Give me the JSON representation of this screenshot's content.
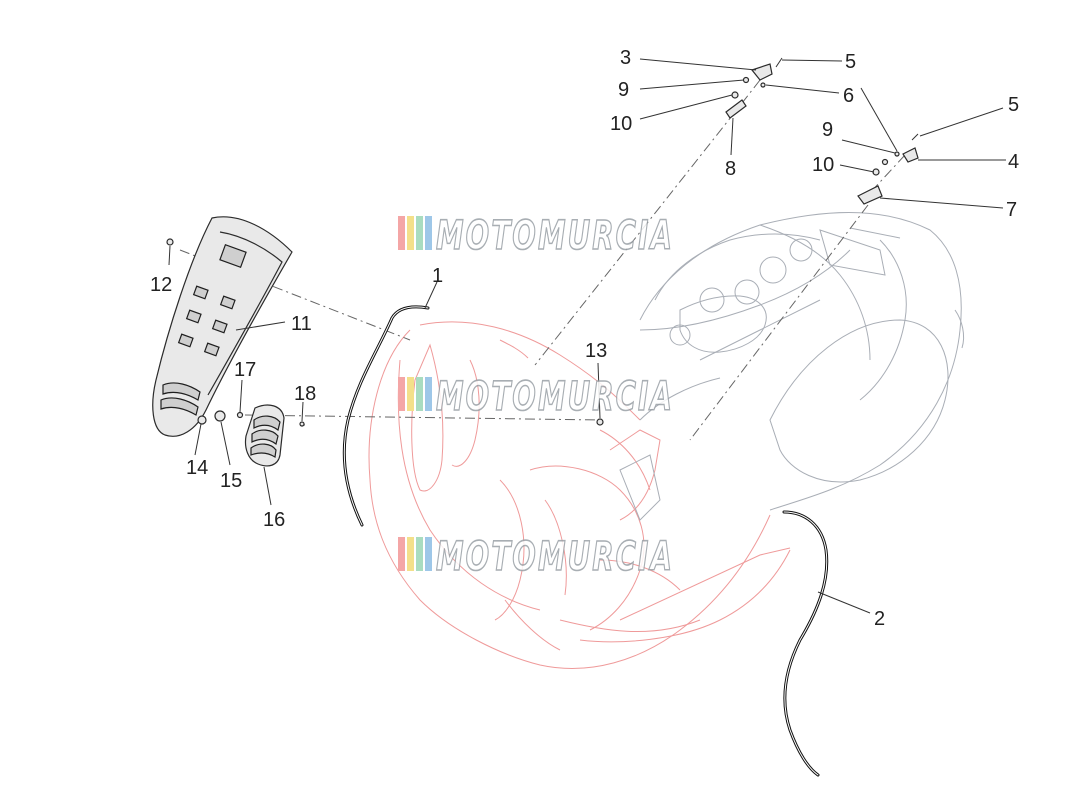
{
  "diagram": {
    "callouts": [
      {
        "id": "c1",
        "text": "1"
      },
      {
        "id": "c2",
        "text": "2"
      },
      {
        "id": "c3",
        "text": "3"
      },
      {
        "id": "c4",
        "text": "4"
      },
      {
        "id": "c5a",
        "text": "5"
      },
      {
        "id": "c5b",
        "text": "5"
      },
      {
        "id": "c6",
        "text": "6"
      },
      {
        "id": "c7",
        "text": "7"
      },
      {
        "id": "c8",
        "text": "8"
      },
      {
        "id": "c9a",
        "text": "9"
      },
      {
        "id": "c9b",
        "text": "9"
      },
      {
        "id": "c10a",
        "text": "10"
      },
      {
        "id": "c10b",
        "text": "10"
      },
      {
        "id": "c11",
        "text": "11"
      },
      {
        "id": "c12",
        "text": "12"
      },
      {
        "id": "c13",
        "text": "13"
      },
      {
        "id": "c14",
        "text": "14"
      },
      {
        "id": "c15",
        "text": "15"
      },
      {
        "id": "c16",
        "text": "16"
      },
      {
        "id": "c17",
        "text": "17"
      },
      {
        "id": "c18",
        "text": "18"
      }
    ],
    "watermark": {
      "text": "MOTOMURCIA",
      "stripe_colors": [
        "#f4a6a6",
        "#f3e08a",
        "#a9dcc0",
        "#9ec7e8"
      ]
    }
  }
}
